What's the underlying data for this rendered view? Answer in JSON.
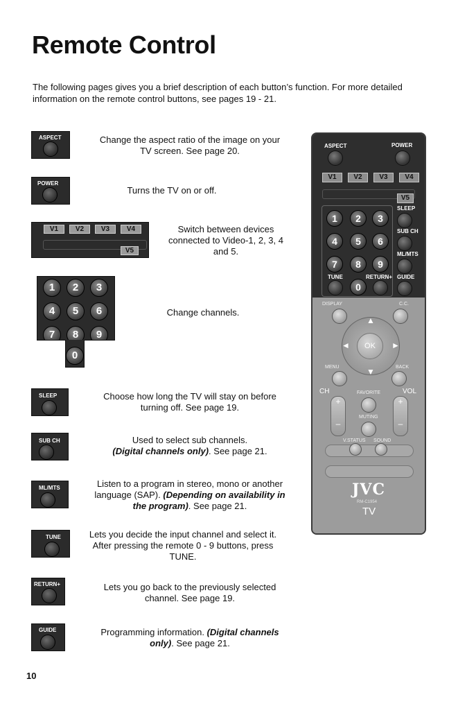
{
  "page": {
    "title": "Remote Control",
    "intro": "The following pages gives you a brief description of each button’s function.  For more detailed information on the remote control buttons, see pages 19 - 21.",
    "page_number": "10"
  },
  "items": {
    "aspect": {
      "button_label": "ASPECT",
      "desc": "Change the aspect ratio of the image on your TV screen.  See page 20."
    },
    "power": {
      "button_label": "POWER",
      "desc": "Turns the TV on or off."
    },
    "video": {
      "labels": [
        "V1",
        "V2",
        "V3",
        "V4"
      ],
      "v5": "V5",
      "desc": "Switch between devices connected to Video-1, 2, 3, 4 and 5."
    },
    "numbers": {
      "digits": [
        "1",
        "2",
        "3",
        "4",
        "5",
        "6",
        "7",
        "8",
        "9"
      ],
      "zero": "0",
      "desc": "Change channels."
    },
    "sleep": {
      "button_label": "SLEEP",
      "desc": "Choose how long the TV will stay on before turning off.  See page 19."
    },
    "subch": {
      "button_label": "SUB CH",
      "desc_main": "Used to select sub channels.",
      "desc_em": "(Digital channels only)",
      "desc_tail": ".  See page 21."
    },
    "mlmts": {
      "button_label": "ML/MTS",
      "desc_main": "Listen to a program in stereo, mono or another language (SAP). ",
      "desc_em": "(Depending on availability in the program)",
      "desc_tail": ".  See page 21."
    },
    "tune": {
      "button_label": "TUNE",
      "desc": "Lets you decide the input channel and select it.  After pressing the remote 0 - 9 buttons, press TUNE."
    },
    "return": {
      "button_label": "RETURN+",
      "desc": "Lets you go back to the previously selected channel.  See page 19."
    },
    "guide": {
      "button_label": "GUIDE",
      "desc_main": "Programming information. ",
      "desc_em": "(Digital channels only)",
      "desc_tail": ".  See page 21."
    }
  },
  "remote": {
    "aspect": "ASPECT",
    "power": "POWER",
    "video": [
      "V1",
      "V2",
      "V3",
      "V4"
    ],
    "v5": "V5",
    "sleep": "SLEEP",
    "subch": "SUB CH",
    "mlmts": "ML/MTS",
    "guide": "GUIDE",
    "tune": "TUNE",
    "return": "RETURN+",
    "digits": [
      "1",
      "2",
      "3",
      "4",
      "5",
      "6",
      "7",
      "8",
      "9",
      "0"
    ],
    "display": "DISPLAY",
    "cc": "C.C.",
    "ok": "OK",
    "menu": "MENU",
    "back": "BACK",
    "ch": "CH",
    "vol": "VOL",
    "favorite": "FAVORITE",
    "muting": "MUTING",
    "vstatus": "V.STATUS",
    "sound": "SOUND",
    "brand": "JVC",
    "model": "RM-C1954",
    "tv": "TV"
  }
}
